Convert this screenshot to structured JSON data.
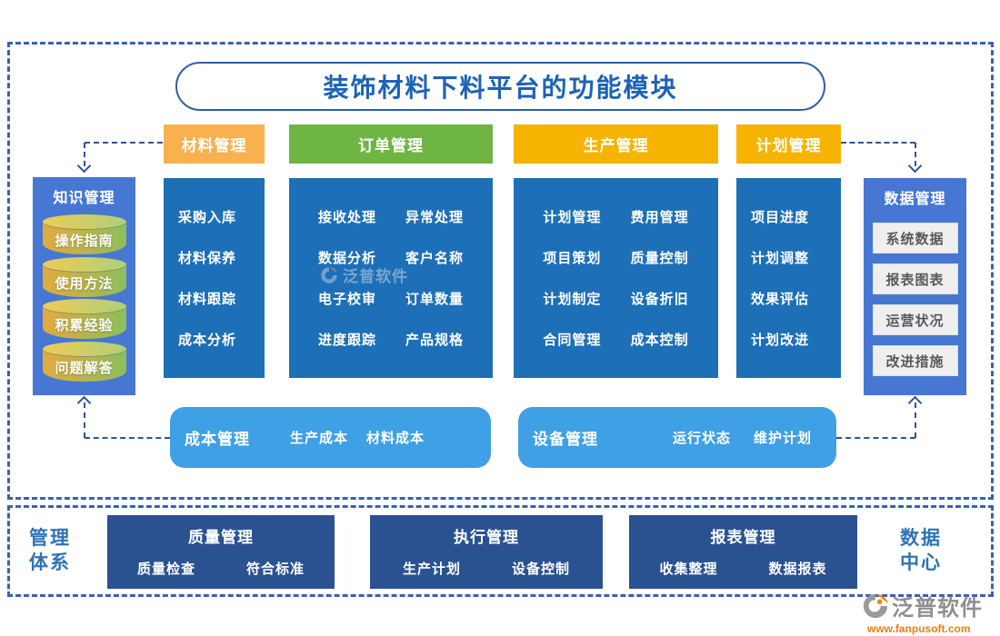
{
  "title": "装饰材料下料平台的功能模块",
  "left_panel": {
    "title": "知识管理",
    "items": [
      "操作指南",
      "使用方法",
      "积累经验",
      "问题解答"
    ]
  },
  "right_panel": {
    "title": "数据管理",
    "items": [
      "系统数据",
      "报表图表",
      "运营状况",
      "改进措施"
    ]
  },
  "columns": [
    {
      "header": "材料管理",
      "accent": "#F9B04F",
      "items": [
        "采购入库",
        "材料保养",
        "材料跟踪",
        "成本分析"
      ]
    },
    {
      "header": "订单管理",
      "accent": "#6FB544",
      "rows": [
        [
          "接收处理",
          "异常处理"
        ],
        [
          "数据分析",
          "客户名称"
        ],
        [
          "电子校审",
          "订单数量"
        ],
        [
          "进度跟踪",
          "产品规格"
        ]
      ]
    },
    {
      "header": "生产管理",
      "accent": "#F6B300",
      "rows": [
        [
          "计划管理",
          "费用管理"
        ],
        [
          "项目策划",
          "质量控制"
        ],
        [
          "计划制定",
          "设备折旧"
        ],
        [
          "合同管理",
          "成本控制"
        ]
      ]
    },
    {
      "header": "计划管理",
      "accent": "#F6B300",
      "items": [
        "项目进度",
        "计划调整",
        "效果评估",
        "计划改进"
      ]
    }
  ],
  "bottom_row": [
    {
      "title": "成本管理",
      "items": [
        "生产成本",
        "材料成本"
      ]
    },
    {
      "title": "设备管理",
      "items": [
        "运行状态",
        "维护计划"
      ]
    }
  ],
  "management_section": {
    "left_label_lines": [
      "管理",
      "体系"
    ],
    "right_label_lines": [
      "数据",
      "中心"
    ],
    "boxes": [
      {
        "title": "质量管理",
        "items": [
          "质量检查",
          "符合标准"
        ]
      },
      {
        "title": "执行管理",
        "items": [
          "生产计划",
          "设备控制"
        ]
      },
      {
        "title": "报表管理",
        "items": [
          "收集整理",
          "数据报表"
        ]
      }
    ]
  },
  "watermark": {
    "text": "泛普软件"
  },
  "brand": {
    "name": "泛普软件",
    "url": "www.fanpusoft.com"
  },
  "colors": {
    "column_blue": "#1D70B7",
    "panel_blue": "#4677D2",
    "light_blue": "#3FA0E6",
    "navy": "#2A5291",
    "orange_header": "#F9B04F",
    "green_header": "#6FB544",
    "gold_header": "#F6B300",
    "dash_blue": "#3A62AD",
    "title_blue": "#1C63B7",
    "label_blue": "#2E74B5",
    "logo_orange": "#E8820C"
  }
}
